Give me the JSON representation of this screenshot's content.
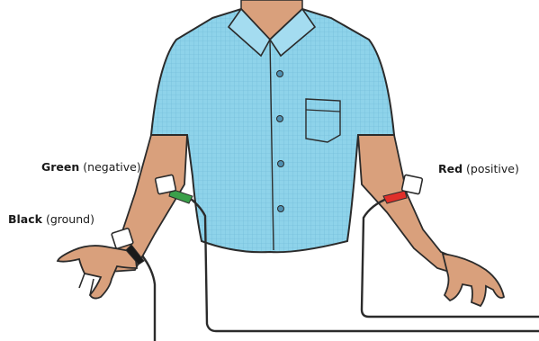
{
  "colors": {
    "shirt": "#8ed3ea",
    "shirt_grid": "#6fb9d6",
    "skin": "#d9a07c",
    "skin_shadow": "#c08664",
    "outline": "#2b2b2b",
    "wire": "#2b2b2b",
    "lead_green": "#3aa04a",
    "lead_red": "#e0302a",
    "lead_black": "#1a1a1a",
    "electrode_pad": "#ffffff"
  },
  "icons": {
    "torso": "shirt-torso-icon",
    "electrode": "electrode-pad-icon"
  },
  "labels": {
    "green": {
      "name": "Green",
      "role": "(negative)"
    },
    "black": {
      "name": "Black",
      "role": "(ground)"
    },
    "red": {
      "name": "Red",
      "role": "(positive)"
    }
  }
}
